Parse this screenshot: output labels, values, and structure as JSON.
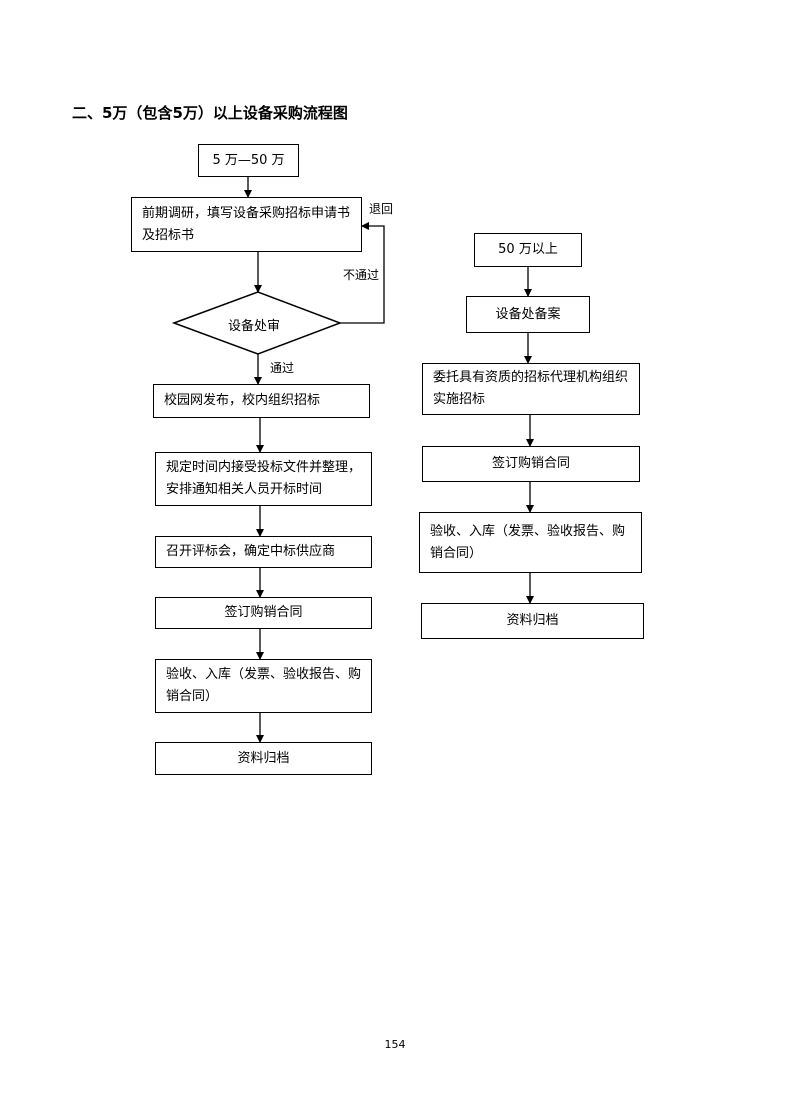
{
  "title": "二、5万（包含5万）以上设备采购流程图",
  "left_flow": {
    "range_label": "5 万—50 万",
    "step1": "前期调研，填写设备采购招标申请书及招标书",
    "decision": "设备处审",
    "return_label": "退回",
    "fail_label": "不通过",
    "pass_label": "通过",
    "step2": "校园网发布，校内组织招标",
    "step3": "规定时间内接受投标文件并整理，安排通知相关人员开标时间",
    "step4": "召开评标会，确定中标供应商",
    "step5": "签订购销合同",
    "step6": "验收、入库（发票、验收报告、购销合同）",
    "step7": "资料归档"
  },
  "right_flow": {
    "range_label": "50 万以上",
    "step1": "设备处备案",
    "step2": "委托具有资质的招标代理机构组织实施招标",
    "step3": "签订购销合同",
    "step4": "验收、入库（发票、验收报告、购销合同）",
    "step5": "资料归档"
  },
  "page_number": "154"
}
